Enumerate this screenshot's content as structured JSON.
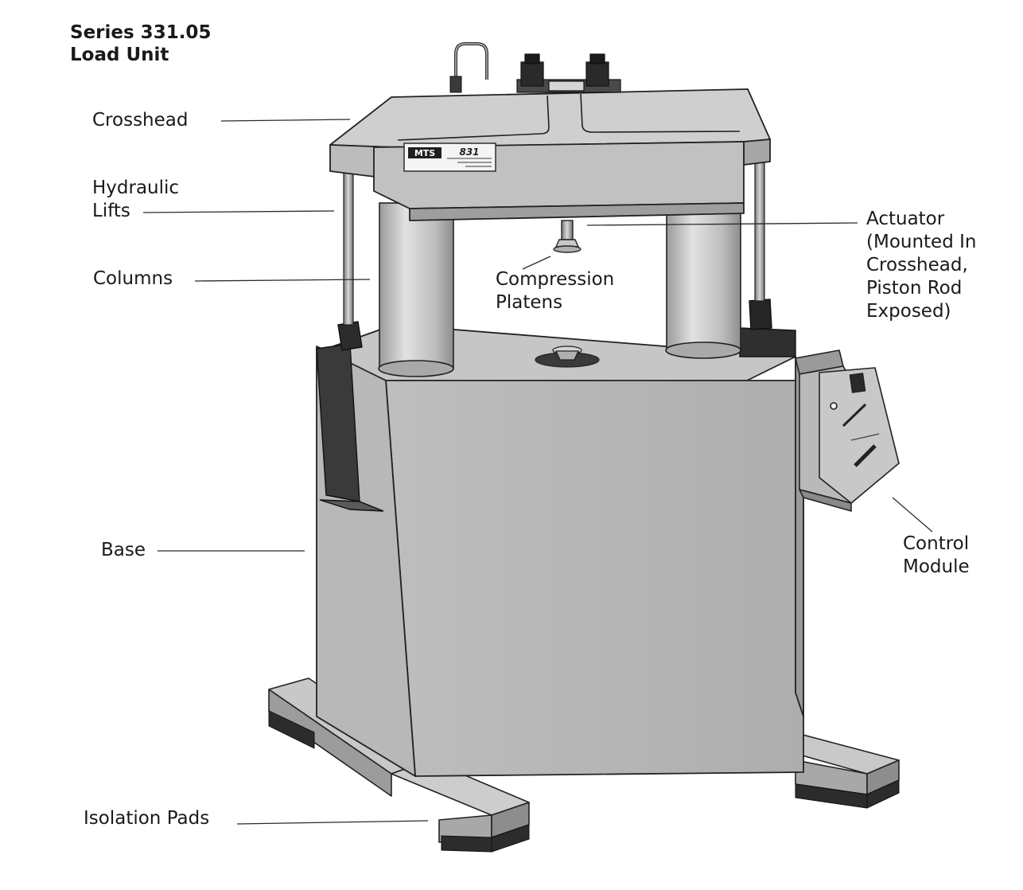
{
  "title": {
    "line1": "Series 331.05",
    "line2": "Load Unit"
  },
  "labels": {
    "crosshead": [
      "Crosshead"
    ],
    "hydraulic_lifts": [
      "Hydraulic",
      "Lifts"
    ],
    "columns": [
      "Columns"
    ],
    "compression_platens": [
      "Compression",
      "Platens"
    ],
    "actuator": [
      "Actuator",
      "(Mounted In",
      "Crosshead,",
      "Piston Rod",
      "Exposed)"
    ],
    "base": [
      "Base"
    ],
    "control_module": [
      "Control",
      "Module"
    ],
    "isolation_pads": [
      "Isolation Pads"
    ]
  },
  "nameplate": {
    "brand": "MTS",
    "model": "831"
  },
  "colors": {
    "ink": "#1a1a1a",
    "line": "#2a2a2a",
    "metal_light": "#d4d4d4",
    "metal_mid": "#b4b4b4",
    "metal_dark": "#8a8a8a",
    "shadow": "#3a3a3a"
  }
}
